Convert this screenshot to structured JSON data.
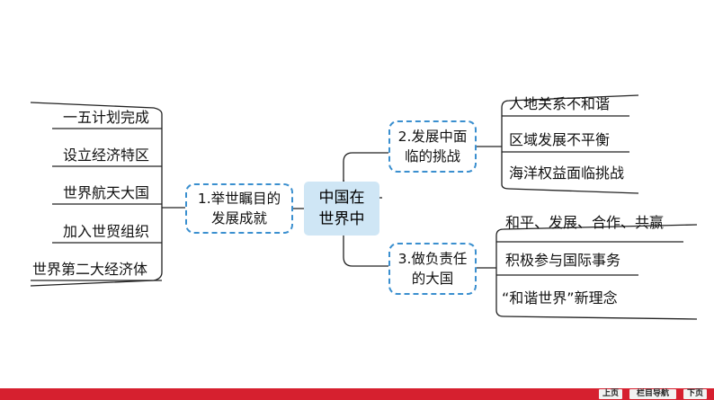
{
  "center": {
    "line1": "中国在",
    "line2": "世界中"
  },
  "branch1": {
    "line1": "1.举世瞩目的",
    "line2": "发展成就",
    "items": [
      "一五计划完成",
      "设立经济特区",
      "世界航天大国",
      "加入世贸组织",
      "世界第二大经济体"
    ]
  },
  "branch2": {
    "line1": "2.发展中面",
    "line2": "临的挑战",
    "items": [
      "人地关系不和谐",
      "区域发展不平衡",
      "海洋权益面临挑战"
    ]
  },
  "branch3": {
    "line1": "3.做负责任",
    "line2": "的大国",
    "items": [
      "和平、发展、合作、共赢",
      "积极参与国际事务",
      "“和谐世界”新理念"
    ]
  },
  "nav": {
    "prev": "上页",
    "menu": "栏目导航",
    "next": "下页"
  },
  "colors": {
    "accent_border": "#3a8fcf",
    "center_fill": "#cfe6f5",
    "nav_bar": "#d6202f"
  }
}
